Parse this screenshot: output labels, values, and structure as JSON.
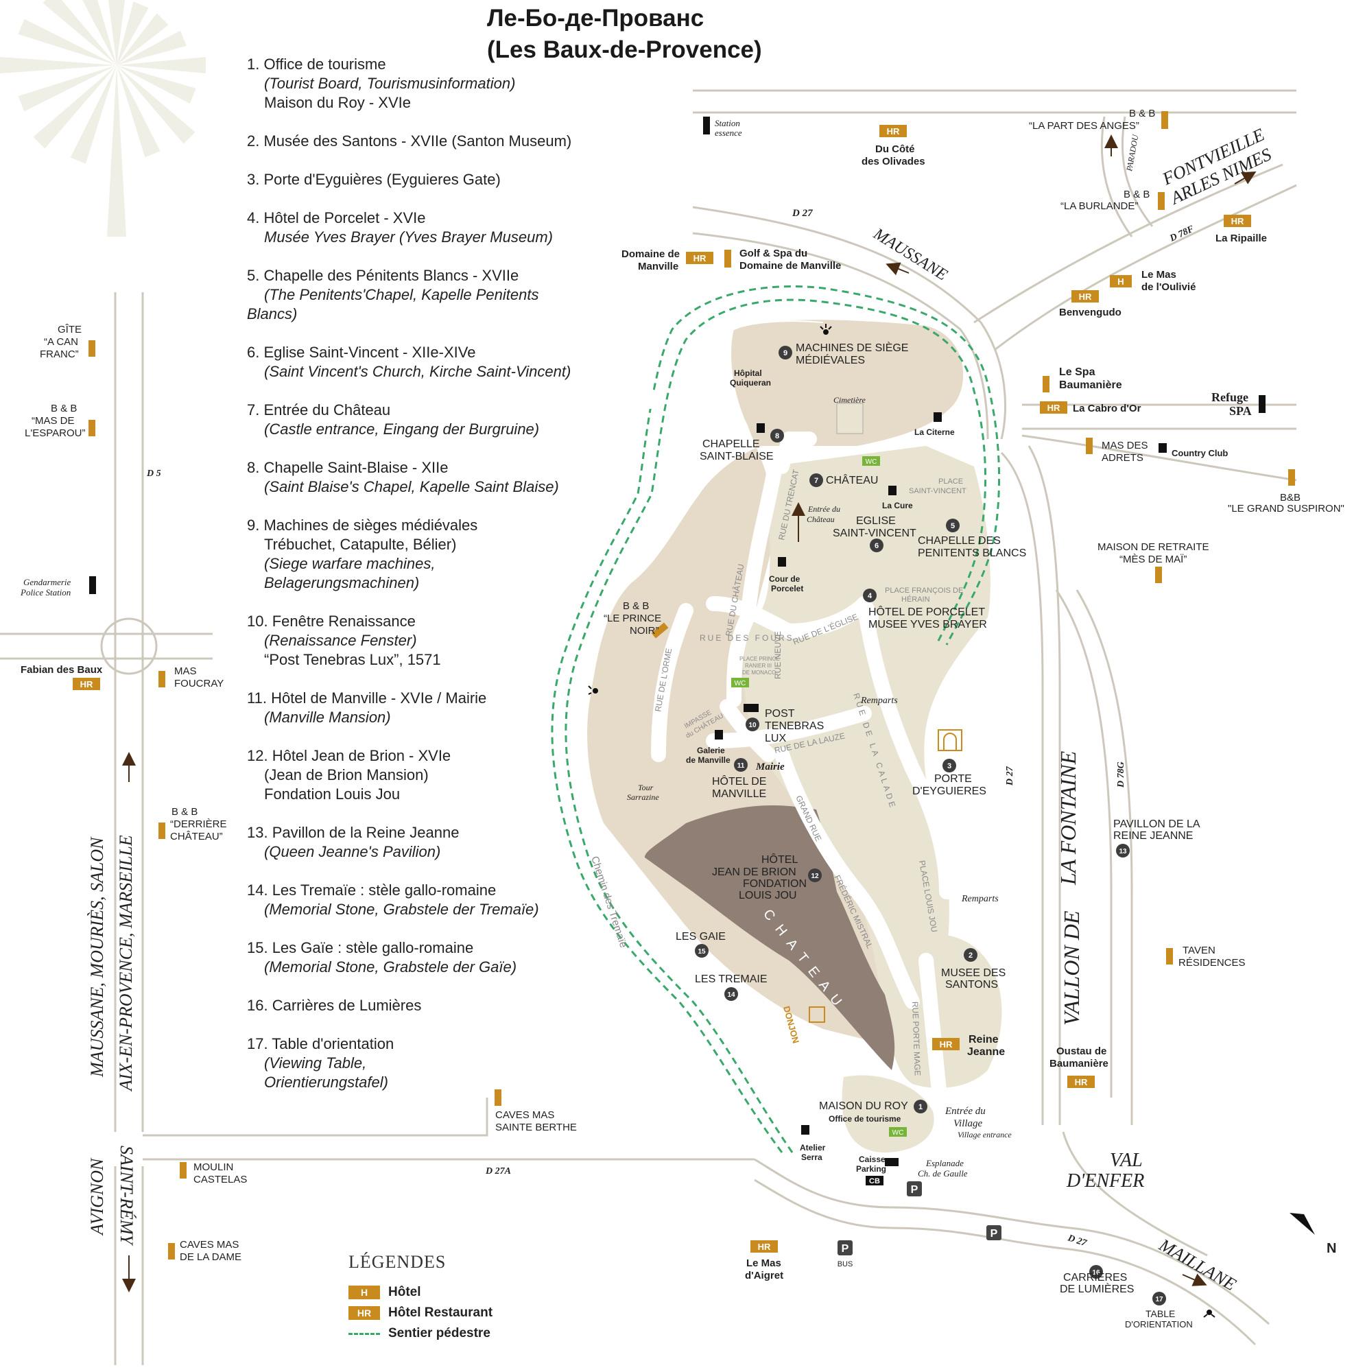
{
  "title": {
    "line1": "Ле-Бо-де-Прованс",
    "line2": "(Les Baux-de-Provence)"
  },
  "poi_list": [
    {
      "lines": [
        {
          "text": "1. Office de tourisme",
          "style": "n"
        },
        {
          "text": "(Tourist Board, Tourismusinformation)",
          "style": "it"
        },
        {
          "text": "Maison du Roy - XVIe",
          "style": "sub"
        }
      ]
    },
    {
      "lines": [
        {
          "text": "2. Musée des Santons - XVIIe (Santon Museum)",
          "style": "n"
        }
      ]
    },
    {
      "lines": [
        {
          "text": "3. Porte d'Eyguières (Eyguieres Gate)",
          "style": "n"
        }
      ]
    },
    {
      "lines": [
        {
          "text": "4. Hôtel de Porcelet - XVIe",
          "style": "n"
        },
        {
          "text": "Musée Yves Brayer (Yves Brayer Museum)",
          "style": "it"
        }
      ]
    },
    {
      "lines": [
        {
          "text": "5. Chapelle des Pénitents Blancs - XVIIe",
          "style": "n"
        },
        {
          "text": "(The Penitents'Chapel, Kapelle Penitents",
          "style": "it"
        },
        {
          "text": "Blancs)",
          "style": "it0"
        }
      ]
    },
    {
      "lines": [
        {
          "text": "6. Eglise Saint-Vincent - XIIe-XIVe",
          "style": "n"
        },
        {
          "text": "(Saint Vincent's Church, Kirche Saint-Vincent)",
          "style": "it"
        }
      ]
    },
    {
      "lines": [
        {
          "text": "7. Entrée du Château",
          "style": "n"
        },
        {
          "text": "(Castle entrance, Eingang der Burgruine)",
          "style": "it"
        }
      ]
    },
    {
      "lines": [
        {
          "text": "8. Chapelle Saint-Blaise - XIIe",
          "style": "n"
        },
        {
          "text": "(Saint Blaise's Chapel, Kapelle Saint Blaise)",
          "style": "it"
        }
      ]
    },
    {
      "lines": [
        {
          "text": "9. Machines de sièges médiévales",
          "style": "n"
        },
        {
          "text": "Trébuchet, Catapulte, Bélier)",
          "style": "sub"
        },
        {
          "text": "(Siege warfare machines,",
          "style": "it"
        },
        {
          "text": "Belagerungsmachinen)",
          "style": "it"
        }
      ]
    },
    {
      "lines": [
        {
          "text": "10. Fenêtre Renaissance",
          "style": "n"
        },
        {
          "text": "(Renaissance Fenster)",
          "style": "it"
        },
        {
          "text": "“Post Tenebras Lux”, 1571",
          "style": "sub"
        }
      ]
    },
    {
      "lines": [
        {
          "text": "11. Hôtel de Manville - XVIe / Mairie",
          "style": "n"
        },
        {
          "text": "(Manville Mansion)",
          "style": "it"
        }
      ]
    },
    {
      "lines": [
        {
          "text": "12. Hôtel Jean de Brion - XVIe",
          "style": "n"
        },
        {
          "text": "(Jean de Brion Mansion)",
          "style": "sub"
        },
        {
          "text": "Fondation Louis Jou",
          "style": "sub"
        }
      ]
    },
    {
      "lines": [
        {
          "text": "13. Pavillon de la Reine Jeanne",
          "style": "n"
        },
        {
          "text": "(Queen Jeanne's Pavilion)",
          "style": "it"
        }
      ]
    },
    {
      "lines": [
        {
          "text": "14. Les Tremaïe : stèle gallo-romaine",
          "style": "n"
        },
        {
          "text": "(Memorial Stone, Grabstele der Tremaïe)",
          "style": "it"
        }
      ]
    },
    {
      "lines": [
        {
          "text": "15. Les Gaïe : stèle gallo-romaine",
          "style": "n"
        },
        {
          "text": "(Memorial Stone, Grabstele der Gaïe)",
          "style": "it"
        }
      ]
    },
    {
      "lines": [
        {
          "text": "16. Carrières de Lumières",
          "style": "n"
        }
      ]
    },
    {
      "lines": [
        {
          "text": "17. Table d'orientation",
          "style": "n"
        },
        {
          "text": "(Viewing Table,",
          "style": "it"
        },
        {
          "text": "Orientierungstafel)",
          "style": "it"
        }
      ]
    }
  ],
  "legend": {
    "title": "LÉGENDES",
    "hotel_badge": "H",
    "hotel_label": "Hôtel",
    "hr_badge": "HR",
    "hr_label": "Hôtel Restaurant",
    "path_label": "Sentier pédestre"
  },
  "roads": {
    "d27_top": "D 27",
    "d78f": "D 78F",
    "d5": "D 5",
    "d27_east": "D 27",
    "d78g": "D 78G",
    "d27a": "D 27A",
    "d27_south": "D 27",
    "maussane": "MAUSSANE",
    "fontvieille": "FONTVIEILLE",
    "arles_nimes": "ARLES NIMES",
    "paradou": "PARADOU",
    "maillane": "MAILLANE",
    "vallon_de": "VALLON DE",
    "la_fontaine": "LA FONTAINE",
    "val_enfer_1": "VAL",
    "val_enfer_2": "D'ENFER",
    "west_1": "MAUSSANE, MOURIÈS, SALON",
    "west_2": "AIX-EN-PROVENCE, MARSEILLE",
    "west_3": "AVIGNON",
    "west_4": "SAINT-RÉMY",
    "north": "N"
  },
  "streets": {
    "rue_du_trencat": "RUE DU TRENCAT",
    "rue_du_chateau": "RUE DU CHÂTEAU",
    "rue_de_l_orme": "RUE DE L'ORME",
    "rue_des_fours": "RUE DES FOURS",
    "rue_de_l_eglise": "RUE DE L'ÉGLISE",
    "rue_neuve": "RUE NEUVE",
    "impasse_1": "IMPASSE",
    "impasse_2": "du CHÂTEAU",
    "rue_de_la_lauze": "RUE DE LA LAUZE",
    "rue_de_la_calade": "RUE DE LA CALADE",
    "grand_rue": "GRAND RUE",
    "frederic_mistral": "FRÉDÉRIC MISTRAL",
    "place_louis_jou": "PLACE LOUIS JOU",
    "rue_porte_mage": "RUE PORTE MAGE",
    "chemin_des_tremaie": "Chemin des Tremaïe",
    "place_st_vincent_1": "PLACE",
    "place_st_vincent_2": "SAINT-VINCENT",
    "place_francois_1": "PLACE FRANÇOIS DE",
    "place_francois_2": "HÉRAIN",
    "place_prince_1": "PLACE PRINCE",
    "place_prince_2": "RANIER III",
    "place_prince_3": "DE MONACO",
    "chateau_big": "C H A T E A U",
    "donjon": "DONJON",
    "remparts_1": "Remparts",
    "remparts_2": "Remparts",
    "cimetiere": "Cimetière",
    "tour_1": "Tour",
    "tour_2": "Sarrazine",
    "entree_chateau_1": "Entrée du",
    "entree_chateau_2": "Château",
    "entree_village_1": "Entrée du",
    "entree_village_2": "Village",
    "entree_village_3": "Village entrance",
    "esplanade_1": "Esplanade",
    "esplanade_2": "Ch. de Gaulle"
  },
  "pois": {
    "p1_name": "MAISON DU ROY",
    "p1_sub": "Office de tourisme",
    "p2_a": "MUSEE DES",
    "p2_b": "SANTONS",
    "p3_a": "PORTE",
    "p3_b": "D'EYGUIERES",
    "p4_a": "HÔTEL DE  PORCELET",
    "p4_b": "MUSEE YVES BRAYER",
    "p5_a": "CHAPELLE DES",
    "p5_b": "PENITENTS BLANCS",
    "p6_a": "EGLISE",
    "p6_b": "SAINT-VINCENT",
    "p7": "CHÂTEAU",
    "p8_a": "CHAPELLE",
    "p8_b": "SAINT-BLAISE",
    "p9_a": "MACHINES DE SIÈGE",
    "p9_b": "MÉDIÉVALES",
    "p10_a": "POST",
    "p10_b": "TENEBRAS",
    "p10_c": "LUX",
    "p11_a": "HÔTEL DE",
    "p11_b": "MANVILLE",
    "p11_mairie": "Mairie",
    "p12_a": "HÔTEL",
    "p12_b": "JEAN DE BRION",
    "p12_c": "FONDATION",
    "p12_d": "LOUIS JOU",
    "p13_a": "PAVILLON DE LA",
    "p13_b": "REINE JEANNE",
    "p14": "LES TREMAIE",
    "p15": "LES GAIE",
    "p16_a": "CARRIÈRES",
    "p16_b": "DE LUMIÈRES",
    "p17_a": "TABLE",
    "p17_b": "D'ORIENTATION",
    "hopital_1": "Hôpital",
    "hopital_2": "Quiqueran",
    "la_citerne": "La Citerne",
    "la_cure": "La Cure",
    "cour_1": "Cour de",
    "cour_2": "Porcelet",
    "galerie_1": "Galerie",
    "galerie_2": "de Manville",
    "atelier_1": "Atelier",
    "atelier_2": "Serra",
    "caisse_1": "Caisse",
    "caisse_2": "Parking",
    "cb": "CB",
    "bus": "BUS",
    "wc": "WC",
    "parking": "P",
    "n1": "1",
    "n2": "2",
    "n3": "3",
    "n4": "4",
    "n5": "5",
    "n6": "6",
    "n7": "7",
    "n8": "8",
    "n9": "9",
    "n10": "10",
    "n11": "11",
    "n12": "12",
    "n13": "13",
    "n14": "14",
    "n15": "15",
    "n16": "16",
    "n17": "17"
  },
  "lodging": {
    "station_1": "Station",
    "station_2": "essence",
    "du_cote_1": "Du Côté",
    "du_cote_2": "des Olivades",
    "part_anges_1": "B & B",
    "part_anges_2": "“LA PART DES ANGES”",
    "burlande_1": "B & B",
    "burlande_2": "“LA BURLANDE”",
    "ripaille": "La Ripaille",
    "domaine_1": "Domaine de",
    "domaine_2": "Manville",
    "golf_1": "Golf & Spa du",
    "golf_2": "Domaine de Manville",
    "mas_oulivie_1": "Le Mas",
    "mas_oulivie_2": "de l'Oulivié",
    "benvengudo": "Benvengudo",
    "spa_1": "Le Spa",
    "spa_2": "Baumanière",
    "cabro": "La Cabro d'Or",
    "refuge_1": "Refuge",
    "refuge_2": "SPA",
    "mas_adrets_1": "MAS DES",
    "mas_adrets_2": "ADRETS",
    "country": "Country Club",
    "suspiron_1": "B&B",
    "suspiron_2": "\"LE GRAND SUSPIRON\"",
    "retraite_1": "MAISON DE RETRAITE",
    "retraite_2": "“MÈS DE MAÏ”",
    "taven_1": "TAVEN",
    "taven_2": "RÉSIDENCES",
    "oustau_1": "Oustau de",
    "oustau_2": "Baumanière",
    "reine_1": "Reine",
    "reine_2": "Jeanne",
    "mas_aigret_1": "Le Mas",
    "mas_aigret_2": "d'Aigret",
    "caves_berthe_1": "CAVES MAS",
    "caves_berthe_2": "SAINTE BERTHE",
    "moulin_1": "MOULIN",
    "moulin_2": "CASTELAS",
    "caves_dame_1": "CAVES MAS",
    "caves_dame_2": "DE LA DAME",
    "gite_1": "GÎTE",
    "gite_2": "“A CAN",
    "gite_3": "FRANC”",
    "esparou_1": "B & B",
    "esparou_2": "“MAS DE",
    "esparou_3": "L'ESPAROU”",
    "gendarmerie_1": "Gendarmerie",
    "gendarmerie_2": "Police Station",
    "fabian": "Fabian des Baux",
    "foucray_1": "MAS",
    "foucray_2": "FOUCRAY",
    "derriere_1": "B & B",
    "derriere_2": "“DERRIÈRE",
    "derriere_3": "CHÂTEAU”",
    "prince_1": "B & B",
    "prince_2": "“LE PRINCE",
    "prince_3": "NOIR”",
    "hr": "HR",
    "h": "H"
  },
  "colors": {
    "village": "#e9e4d2",
    "rock": "#e6dac8",
    "castle": "#9a8a80",
    "road_edge": "#cdc8bb",
    "badge": "#c98a1e",
    "path": "#3aa86a",
    "wc": "#77b53a"
  }
}
